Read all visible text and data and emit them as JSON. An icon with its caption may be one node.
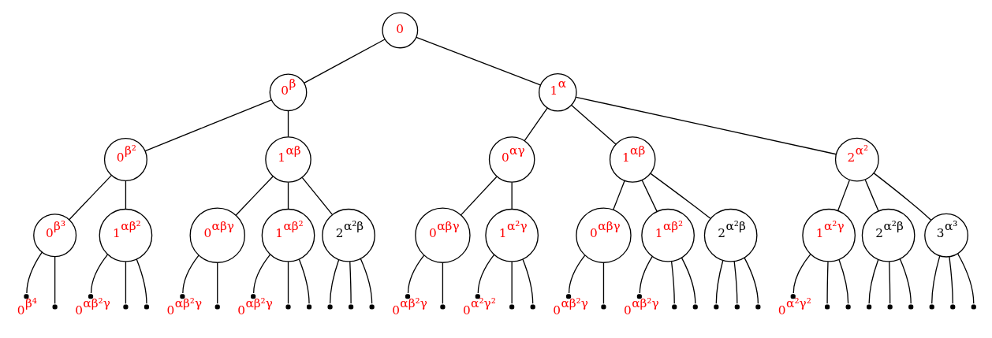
{
  "diagram": {
    "nodes": [
      {
        "text": [
          "0"
        ]
      },
      {
        "text": [
          "0$^{β}$"
        ]
      },
      {
        "text": [
          "1$^{α}$"
        ]
      },
      {
        "text": [
          "0$^{β²}$"
        ]
      },
      {
        "text": [
          "1$^{αβ}$"
        ]
      },
      {
        "text": [
          "0$^{αγ}$"
        ]
      },
      {
        "text": [
          "1$^{αβ}$"
        ]
      },
      {
        "text": [
          "2$^{α²}$"
        ]
      },
      {
        "text": [
          "0$^{β³}$"
        ]
      },
      {
        "text": [
          "1$^{αβ²}$"
        ]
      },
      {
        "text": [
          "0$^{αβγ}$"
        ]
      },
      {
        "text": [
          "1$^{αβ²}$"
        ]
      },
      {
        "text": [
          "2$^{α²β}$"
        ]
      },
      {
        "text": [
          "0$^{αβγ}$"
        ]
      },
      {
        "text": [
          "1$^{α²γ}$"
        ]
      },
      {
        "text": [
          "0$^{αβγ}$"
        ]
      },
      {
        "text": [
          "1$^{αβ²}$"
        ]
      },
      {
        "text": [
          "2$^{α²β}$"
        ]
      },
      {
        "text": [
          "1$^{α²γ}$"
        ]
      },
      {
        "text": [
          "2$^{α²β}$"
        ]
      },
      {
        "text": [
          "3$^{α³}$"
        ]
      },
      {
        "text": [],
        "shape": "dot",
        "beside": [
          "0$^{β⁴}$"
        ]
      },
      {
        "text": [],
        "shape": "dot"
      },
      {
        "text": [],
        "shape": "dot",
        "beside": [
          "0$^{αβ²γ}$"
        ]
      },
      {
        "text": [],
        "shape": "dot"
      },
      {
        "text": [],
        "shape": "dot"
      },
      {
        "text": [],
        "shape": "dot",
        "beside": [
          "0$^{αβ²γ}$"
        ]
      },
      {
        "text": [],
        "shape": "dot"
      },
      {
        "text": [],
        "shape": "dot",
        "beside": [
          "0$^{αβ²γ}$"
        ]
      },
      {
        "text": [],
        "shape": "dot"
      },
      {
        "text": [],
        "shape": "dot"
      },
      {
        "text": [],
        "shape": "dot"
      },
      {
        "text": [],
        "shape": "dot"
      },
      {
        "text": [],
        "shape": "dot"
      },
      {
        "text": [],
        "shape": "dot",
        "beside": [
          "0$^{αβ²γ}$"
        ]
      },
      {
        "text": [],
        "shape": "dot"
      },
      {
        "text": [],
        "shape": "dot",
        "beside": [
          "0$^{α²γ²}$"
        ]
      },
      {
        "text": [],
        "shape": "dot"
      },
      {
        "text": [],
        "shape": "dot"
      },
      {
        "text": [],
        "shape": "dot",
        "beside": [
          "0$^{αβ²γ}$"
        ]
      },
      {
        "text": [],
        "shape": "dot"
      },
      {
        "text": [],
        "shape": "dot",
        "beside": [
          "0$^{αβ²γ}$"
        ]
      },
      {
        "text": [],
        "shape": "dot"
      },
      {
        "text": [],
        "shape": "dot"
      },
      {
        "text": [],
        "shape": "dot"
      },
      {
        "text": [],
        "shape": "dot"
      },
      {
        "text": [],
        "shape": "dot"
      },
      {
        "text": [],
        "shape": "dot",
        "beside": [
          "0$^{α²γ²}$"
        ]
      },
      {
        "text": [],
        "shape": "dot"
      },
      {
        "text": [],
        "shape": "dot"
      },
      {
        "text": [],
        "shape": "dot"
      },
      {
        "text": [],
        "shape": "dot"
      },
      {
        "text": [],
        "shape": "dot"
      },
      {
        "text": [],
        "shape": "dot"
      },
      {
        "text": [],
        "shape": "dot"
      },
      {
        "text": [],
        "shape": "dot"
      }
    ],
    "edges": [
      {
        "from": 0,
        "to": 1,
        "arrow": "none"
      },
      {
        "from": 0,
        "to": 2,
        "arrow": "none"
      },
      {
        "from": 1,
        "to": 3,
        "arrow": "none"
      },
      {
        "from": 1,
        "to": 4,
        "arrow": "none"
      },
      {
        "from": 2,
        "to": 5,
        "arrow": "none"
      },
      {
        "from": 2,
        "to": 6,
        "arrow": "none"
      },
      {
        "from": 2,
        "to": 7,
        "arrow": "none"
      },
      {
        "from": 3,
        "to": 8,
        "arrow": "none"
      },
      {
        "from": 3,
        "to": 9,
        "arrow": "none"
      },
      {
        "from": 4,
        "to": 10,
        "arrow": "none"
      },
      {
        "from": 4,
        "to": 11,
        "arrow": "none"
      },
      {
        "from": 4,
        "to": 12,
        "arrow": "none"
      },
      {
        "from": 5,
        "to": 13,
        "arrow": "none"
      },
      {
        "from": 5,
        "to": 14,
        "arrow": "none"
      },
      {
        "from": 6,
        "to": 15,
        "arrow": "none"
      },
      {
        "from": 6,
        "to": 16,
        "arrow": "none"
      },
      {
        "from": 6,
        "to": 17,
        "arrow": "none"
      },
      {
        "from": 7,
        "to": 18,
        "arrow": "none"
      },
      {
        "from": 7,
        "to": 19,
        "arrow": "none"
      },
      {
        "from": 7,
        "to": 20,
        "arrow": "none"
      },
      {
        "from": 8,
        "to": 21,
        "arrow": "none"
      },
      {
        "from": 8,
        "to": 22,
        "arrow": "none"
      },
      {
        "from": 9,
        "to": 23,
        "arrow": "none"
      },
      {
        "from": 9,
        "to": 24,
        "arrow": "none"
      },
      {
        "from": 9,
        "to": 25,
        "arrow": "none"
      },
      {
        "from": 10,
        "to": 26,
        "arrow": "none"
      },
      {
        "from": 10,
        "to": 27,
        "arrow": "none"
      },
      {
        "from": 11,
        "to": 28,
        "arrow": "none"
      },
      {
        "from": 11,
        "to": 29,
        "arrow": "none"
      },
      {
        "from": 11,
        "to": 30,
        "arrow": "none"
      },
      {
        "from": 12,
        "to": 31,
        "arrow": "none"
      },
      {
        "from": 12,
        "to": 32,
        "arrow": "none"
      },
      {
        "from": 12,
        "to": 33,
        "arrow": "none"
      },
      {
        "from": 13,
        "to": 34,
        "arrow": "none"
      },
      {
        "from": 13,
        "to": 35,
        "arrow": "none"
      },
      {
        "from": 14,
        "to": 36,
        "arrow": "none"
      },
      {
        "from": 14,
        "to": 37,
        "arrow": "none"
      },
      {
        "from": 14,
        "to": 38,
        "arrow": "none"
      },
      {
        "from": 15,
        "to": 39,
        "arrow": "none"
      },
      {
        "from": 15,
        "to": 40,
        "arrow": "none"
      },
      {
        "from": 16,
        "to": 41,
        "arrow": "none"
      },
      {
        "from": 16,
        "to": 42,
        "arrow": "none"
      },
      {
        "from": 16,
        "to": 43,
        "arrow": "none"
      },
      {
        "from": 17,
        "to": 44,
        "arrow": "none"
      },
      {
        "from": 17,
        "to": 45,
        "arrow": "none"
      },
      {
        "from": 17,
        "to": 46,
        "arrow": "none"
      },
      {
        "from": 18,
        "to": 47,
        "arrow": "none"
      },
      {
        "from": 18,
        "to": 48,
        "arrow": "none"
      },
      {
        "from": 18,
        "to": 49,
        "arrow": "none"
      },
      {
        "from": 19,
        "to": 50,
        "arrow": "none"
      },
      {
        "from": 19,
        "to": 51,
        "arrow": "none"
      },
      {
        "from": 19,
        "to": 52,
        "arrow": "none"
      },
      {
        "from": 20,
        "to": 53,
        "arrow": "none"
      },
      {
        "from": 20,
        "to": 54,
        "arrow": "none"
      },
      {
        "from": 20,
        "to": 55,
        "arrow": "none"
      }
    ]
  }
}
